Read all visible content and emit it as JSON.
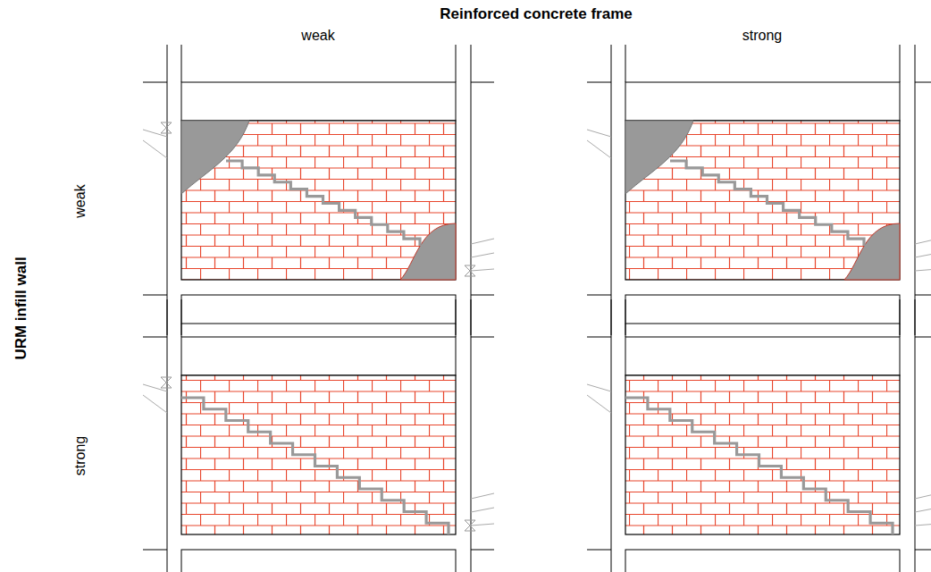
{
  "diagram": {
    "labels": [
      "Reinforced concrete frame",
      "weak",
      "strong",
      "URM infill wall",
      "weak",
      "strong"
    ]
  }
}
